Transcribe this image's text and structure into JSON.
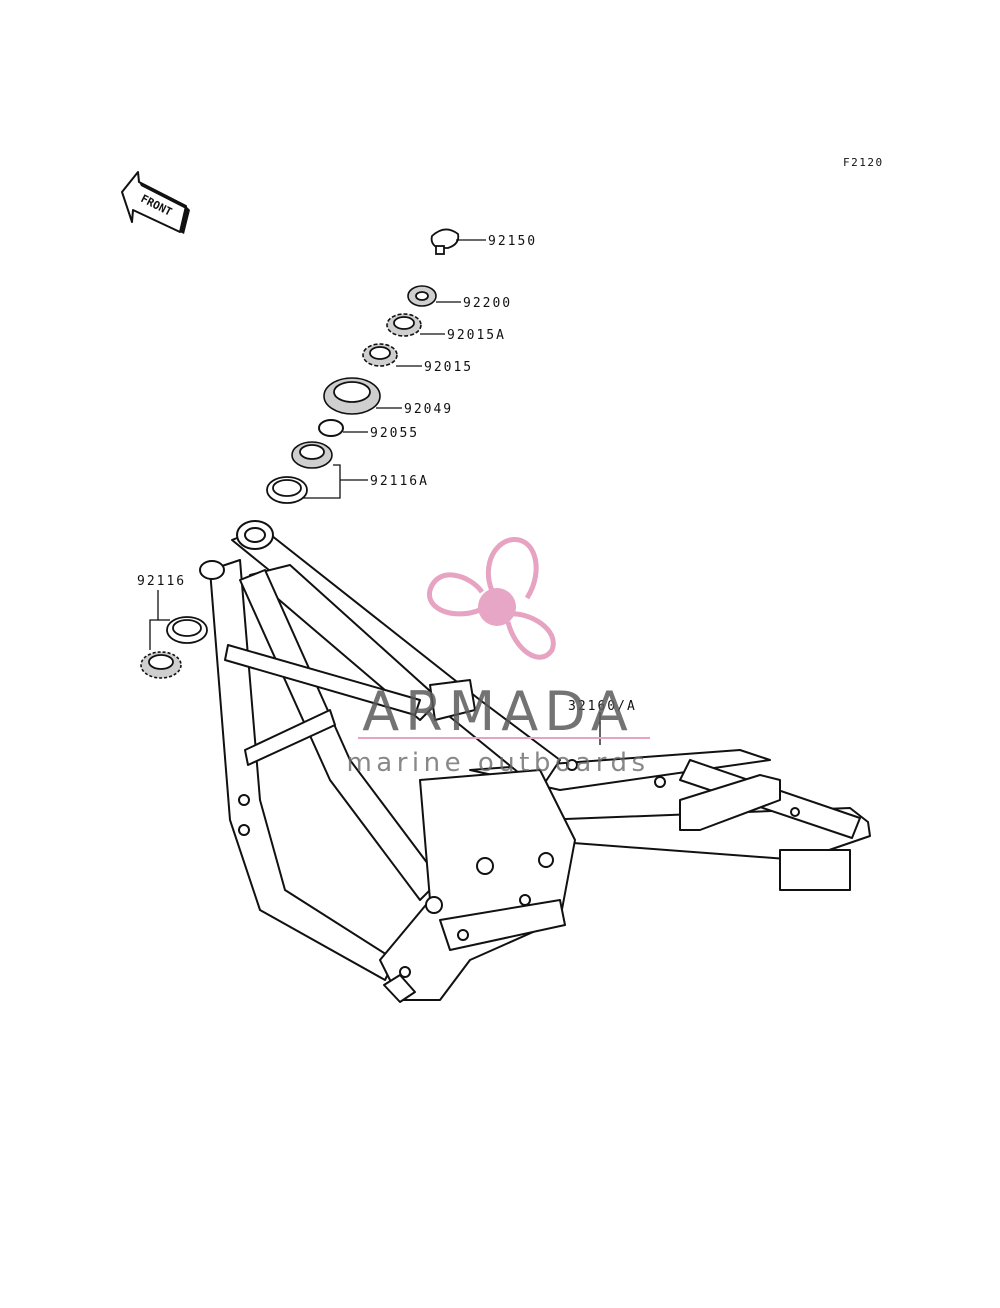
{
  "figure": {
    "id": "F2120",
    "front_label": "FRONT"
  },
  "callouts": {
    "p92150": "92150",
    "p92200": "92200",
    "p92015A": "92015A",
    "p92015": "92015",
    "p92049": "92049",
    "p92055": "92055",
    "p92116A": "92116A",
    "p92116": "92116",
    "p32160A": "32160/A"
  },
  "watermark": {
    "brand": "ARMADA",
    "tagline": "marine outboards",
    "logo_color": "#e6a3c2",
    "logo_hub_color": "#e8a6c6",
    "rule_color": "#e6a3c2"
  }
}
